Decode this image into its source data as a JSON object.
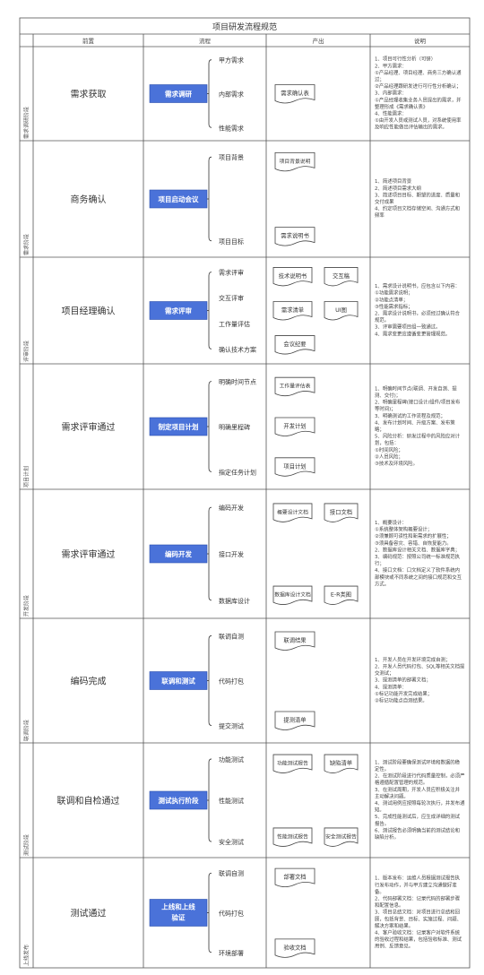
{
  "title": "项目研发流程规范",
  "headers": {
    "premise": "前置",
    "flow": "流程",
    "output": "产出",
    "desc": "说明"
  },
  "rows": [
    {
      "phase": "需求调研阶段",
      "premise": "需求获取",
      "stage": [
        "需求调研"
      ],
      "steps": [
        "甲方需求",
        "内部需求",
        "性能需求"
      ],
      "outputs": [
        [
          "需求确认表"
        ]
      ],
      "desc": [
        "1、项目可行性分析（可研）",
        "2、甲方需求：",
        "①产品经理、项目经理、商务三方确认通",
        "过；",
        "②产品经理跟研发进行可行性分析确认；",
        "3、内部需求：",
        "①产品经理收集业务人员提出的需求，并",
        "整理形成《需求确认表》",
        "4、性能需求：",
        "①由开发人员或测试人员，对系统使用率",
        "及响应性能做出评估输出的需求。"
      ]
    },
    {
      "phase": "需求阶段",
      "premise": "商务确认",
      "stage": [
        "项目启动会议"
      ],
      "steps": [
        "项目背景",
        "项目目标"
      ],
      "outputs": [
        [
          "项目背景说明"
        ],
        [
          "需求说明书"
        ]
      ],
      "desc": [
        "1、简述项目背景",
        "2、简述项目需求大纲",
        "3、简述项目目标、期望的进度、质量和",
        "交付成果",
        "4、约定项目文档存储空间、沟通方式和",
        "频率"
      ]
    },
    {
      "phase": "评审阶段",
      "premise": "项目经理确认",
      "stage": [
        "需求评审"
      ],
      "steps": [
        "需求评审",
        "交互评审",
        "工作量评估",
        "确认技术方案"
      ],
      "outputs": [
        [
          "技术说明书",
          "交互稿"
        ],
        [
          "需求清单",
          "UI图"
        ],
        [
          "会议纪要"
        ]
      ],
      "desc": [
        "1、需求设计说明书，应包含以下内容：",
        "①功能需求说明；",
        "②功能点清单；",
        "③性能需求指标；",
        "2、需求设计说明书，必须经过确认符合",
        "规范。",
        "3、评审需要项目组一致通过。",
        "4、需求变更应遵循变更管理规范。"
      ]
    },
    {
      "phase": "项目计划",
      "premise": "需求评审通过",
      "stage": [
        "制定项目计划"
      ],
      "steps": [
        "明确时间节点",
        "明确里程碑",
        "指定任务计划"
      ],
      "outputs": [
        [
          "工作量评估表"
        ],
        [
          "开发计划"
        ],
        [
          "项目计划"
        ]
      ],
      "desc": [
        "1、明确时间节点(联调、开发自测、提",
        "测、交付)；",
        "2、明确里程碑(接口设计/组件/项目发布",
        "等时间)；",
        "3、明确测试的工作流程及规范；",
        "4、发布计划时间、升级方案、发布策",
        "略；",
        "5、风险分析：研发过程中的风险应对计",
        "划，包括：",
        "①时间风险；",
        "②人员风险；",
        "③技术及环境风险。"
      ]
    },
    {
      "phase": "开发阶段",
      "premise": "需求评审通过",
      "stage": [
        "编码开发"
      ],
      "steps": [
        "编码开发",
        "接口开发",
        "数据库设计"
      ],
      "outputs": [
        [
          "概要设计文档",
          "接口文档"
        ],
        [
          "数据库设计文档",
          "E-R类图"
        ]
      ],
      "desc": [
        "1、概要设计：",
        "①系统整体架构概要设计；",
        "②须兼顾可读性和新需求的扩展性；",
        "③须具备容灾、容错、自恢复能力。",
        "2、数据库设计相关文档、数据库字典；",
        "3、编码规范：按照公司统一标准规范执",
        "行；",
        "4、接口文档：口文档定义了软件系统内",
        "部模块或不同系统之间的接口规范和交互",
        "方式。"
      ]
    },
    {
      "phase": "联调阶段",
      "premise": "编码完成",
      "stage": [
        "联调和测试"
      ],
      "steps": [
        "联调自测",
        "代码打包",
        "提交测试"
      ],
      "outputs": [
        [
          "联调结果"
        ],
        [
          "提测清单"
        ]
      ],
      "desc": [
        "1、开发人员在开发环境完成自测；",
        "2、开发人员代码打包、SQL等相关文档提",
        "交测试；",
        "3、提测清单的部署文档；",
        "4、提测清单：",
        "①标记功能开发完成结果；",
        "②标记功能点自测结果。"
      ]
    },
    {
      "phase": "测试阶段",
      "premise": "联调和自检通过",
      "stage": [
        "测试执行阶段"
      ],
      "steps": [
        "功能测试",
        "性能测试",
        "安全测试"
      ],
      "outputs": [
        [
          "功能测试报告",
          "缺陷清单"
        ],
        [
          "性能测试报告",
          "安全测试报告"
        ]
      ],
      "desc": [
        "1、测试阶段要确保测试环境和数据的稳",
        "定性。",
        "2、在测试阶段进行代码质量控制，必须严",
        "格遵循配置管理的规范。",
        "3、在测试周期，开发人员应积极关注并",
        "主动解决问题。",
        "4、测试用例应按照每轮次执行，并发布通",
        "知。",
        "5、完成性能测试后，应生成详细的测试",
        "报告。",
        "6、测试报告必须明确当前的测试结论和",
        "缺陷分析。"
      ]
    },
    {
      "phase": "上线发布",
      "premise": "测试通过",
      "stage": [
        "上线和上线",
        "验证"
      ],
      "steps": [
        "联调自测",
        "代码打包",
        "环境部署"
      ],
      "outputs": [
        [
          "部署文档"
        ],
        [
          "验收文档"
        ]
      ],
      "desc": [
        "1、版本发布：运维人员根据测试报告执",
        "行发布动作，并与甲方建立沟通做好准",
        "备。",
        "2、代码部署文档：记录代码的部署步骤",
        "和配置信息。",
        "3、项目总结文档：对项目进行总结和回",
        "顾，包括背景、目标、实施过程、问题、",
        "解决方案和结果。",
        "4、客户验收文档：记录客户对软件系统",
        "的验收过程和结果，包括验收标准、测试",
        "用例、反馈意见。"
      ]
    }
  ],
  "colors": {
    "stage": "#4a72d9",
    "grid": "#555555"
  }
}
